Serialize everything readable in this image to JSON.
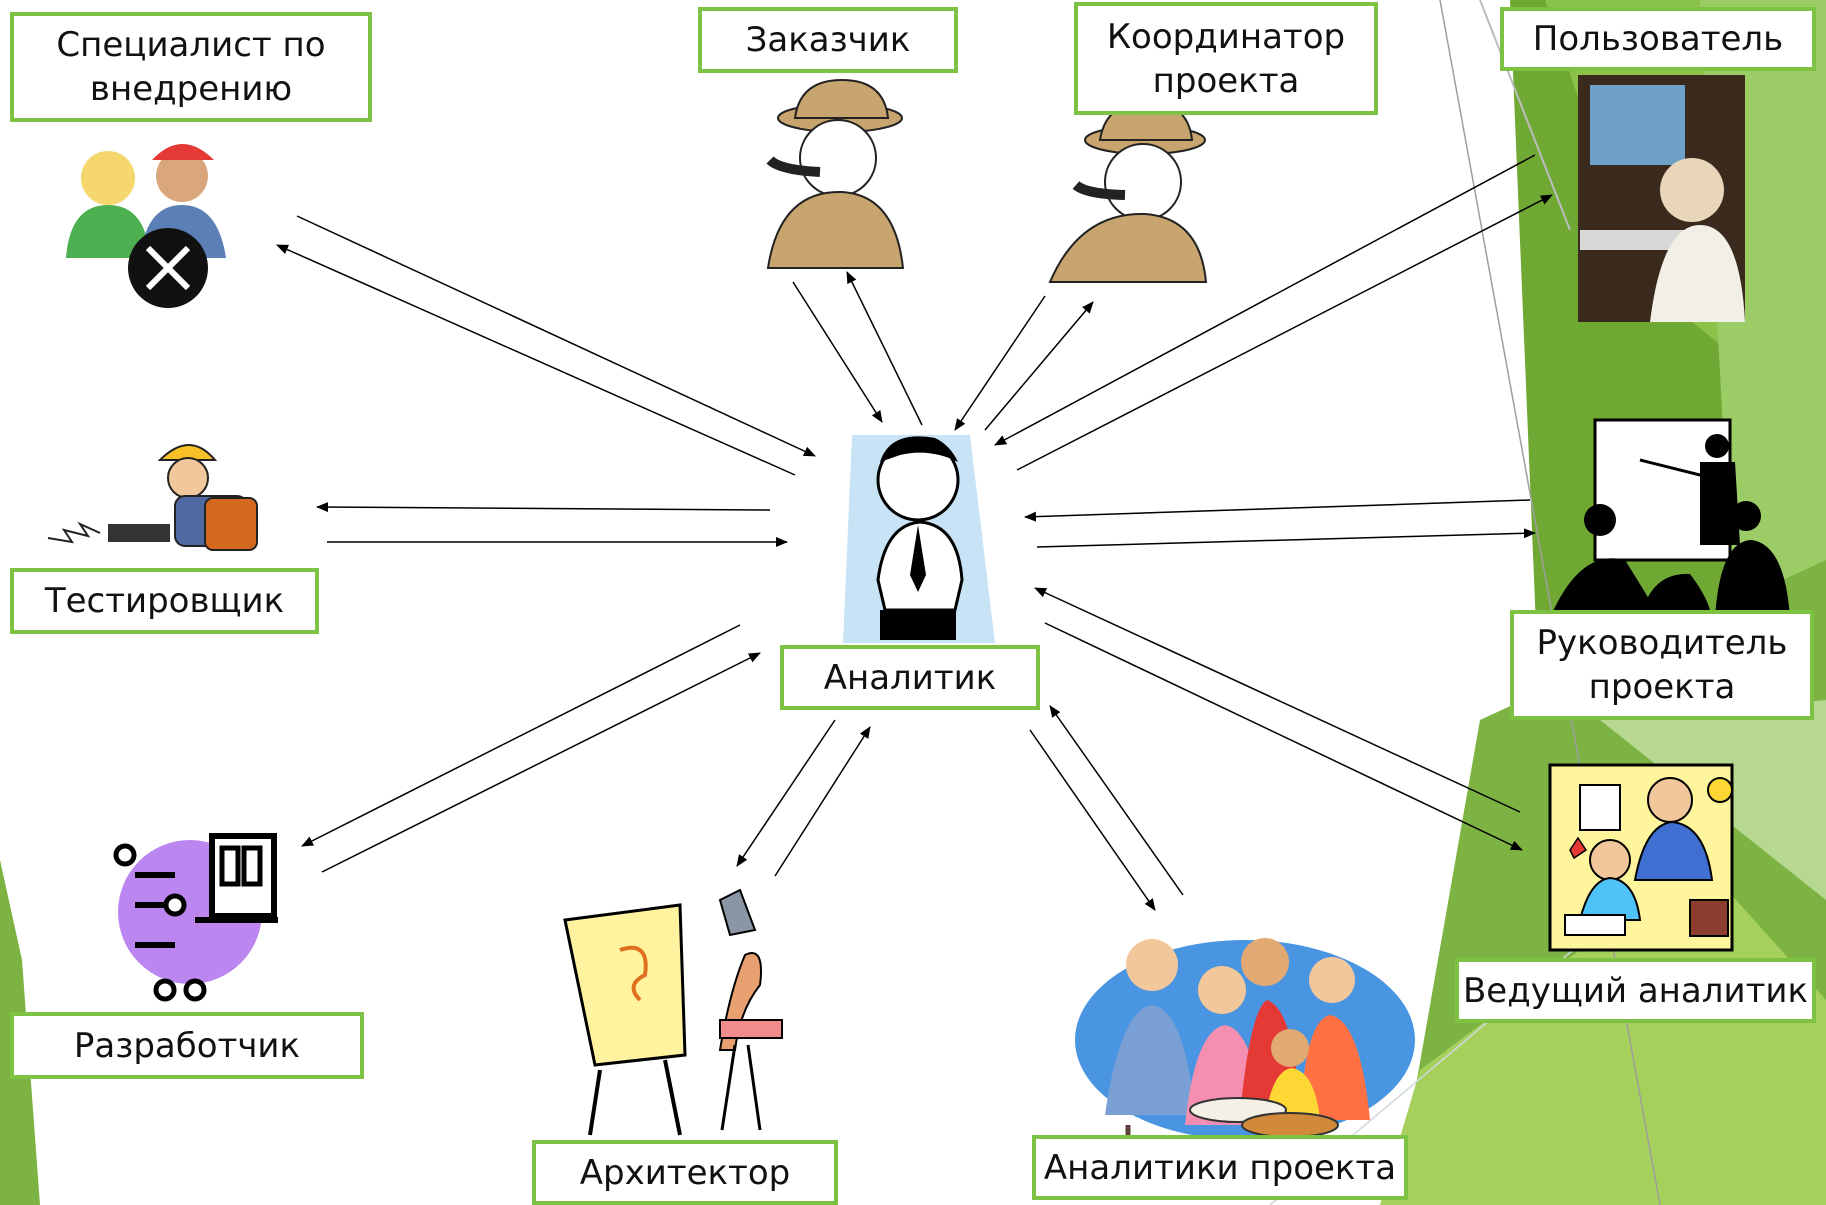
{
  "roles": {
    "center": "Аналитик",
    "implementation_specialist": "Специалист по\nвнедрению",
    "customer": "Заказчик",
    "project_coordinator": "Координатор\nпроекта",
    "user": "Пользователь",
    "tester": "Тестировщик",
    "project_manager": "Руководитель\nпроекта",
    "developer": "Разработчик",
    "architect": "Архитектор",
    "project_analysts": "Аналитики проекта",
    "lead_analyst": "Ведущий аналитик"
  },
  "colors": {
    "box_border": "#7dc242",
    "accent_green": "#77b82b",
    "arrow": "#000000"
  },
  "icons": [
    "support-people-icon",
    "businessman-pipe-icon",
    "child-computer-photo-icon",
    "construction-worker-drill-icon",
    "cartoon-analyst-icon",
    "presentation-meeting-icon",
    "developer-computer-icon",
    "artist-easel-icon",
    "family-group-icon",
    "teacher-students-icon"
  ]
}
